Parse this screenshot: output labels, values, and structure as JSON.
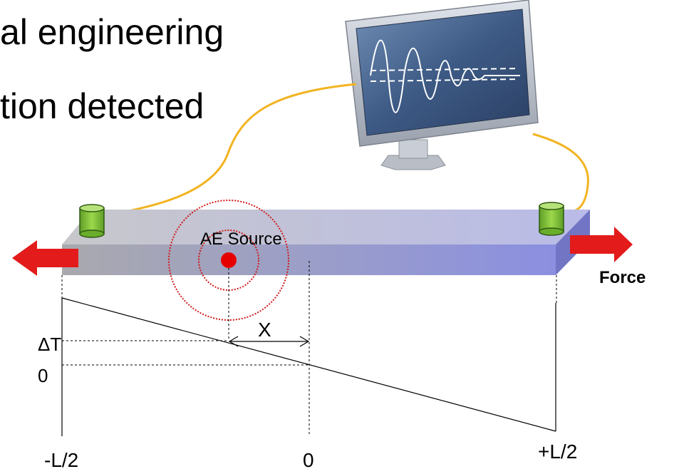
{
  "slide": {
    "line1": "al engineering",
    "line2": "tion detected"
  },
  "diagram": {
    "source_label": "AE Source",
    "force_label": "Force",
    "delta_t_label": "ΔT",
    "zero_y_label": "0",
    "x_label": "X",
    "axis_left_label": "-L/2",
    "axis_center_label": "0",
    "axis_right_label": "+L/2"
  },
  "colors": {
    "cable": "#f2b320",
    "sensor": "#8cc63f",
    "arrow": "#e31b1b",
    "source": "#e60000",
    "waves": "#d01818",
    "screen": "#3d5a85"
  },
  "icons": {
    "monitor": "monitor-icon",
    "sensor": "cylinder-sensor-icon",
    "arrow": "arrow-right-icon"
  }
}
